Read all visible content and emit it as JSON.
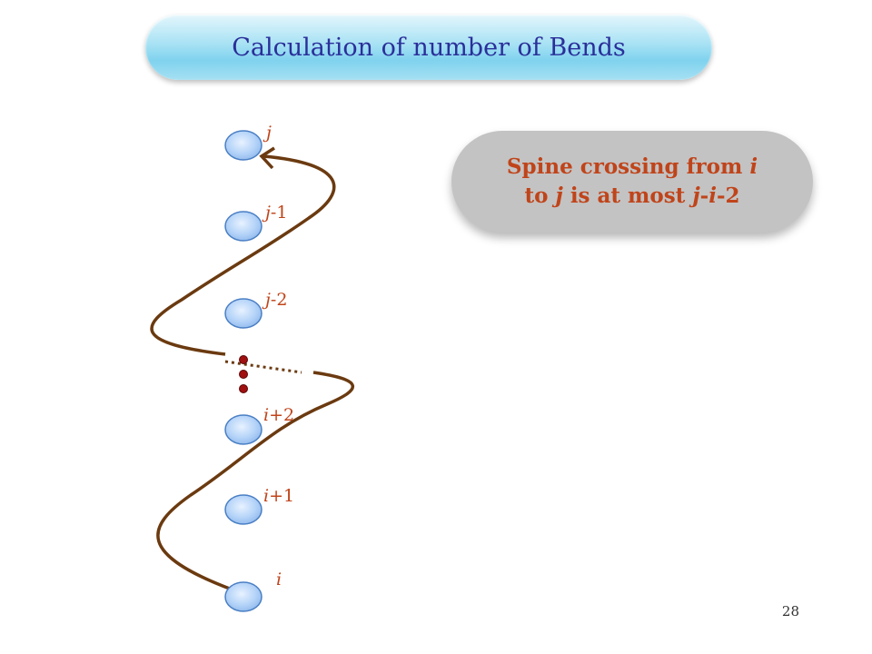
{
  "title": "Calculation of number of Bends",
  "callout": {
    "line1_prefix": "Spine crossing from ",
    "line1_var": "i",
    "line2_prefix": "to ",
    "line2_var_j": "j",
    "line2_mid": " is at most ",
    "expr_j": "j",
    "expr_dash1": "-",
    "expr_i": "i",
    "expr_tail": "-2"
  },
  "nodes": [
    {
      "label_var": "j",
      "label_suffix": ""
    },
    {
      "label_var": "j",
      "label_suffix": "-1"
    },
    {
      "label_var": "j",
      "label_suffix": "-2"
    },
    {
      "label_var": "i",
      "label_suffix": "+2"
    },
    {
      "label_var": "i",
      "label_suffix": "+1"
    },
    {
      "label_var": "i",
      "label_suffix": ""
    }
  ],
  "page_number": "28",
  "colors": {
    "title_text": "#2a2f9a",
    "accent": "#c0441a",
    "curve": "#6b3a10",
    "node_fill": "#a8ccf5",
    "dot": "#a01010"
  }
}
